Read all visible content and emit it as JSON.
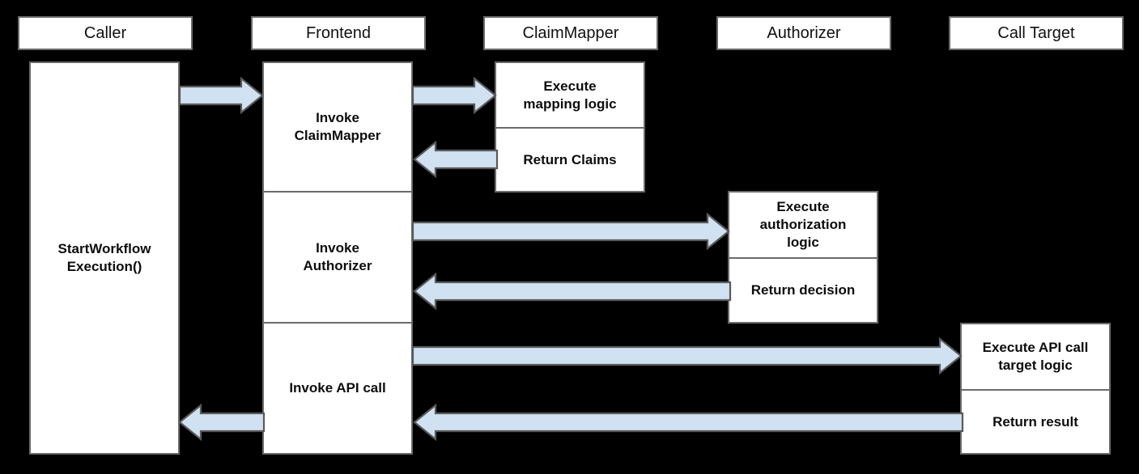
{
  "diagram": {
    "title": "Sequence diagram: StartWorkflowExecution call flow",
    "background_color": "#000000",
    "box_fill": "#ffffff",
    "box_border": "#6b6b6b",
    "arrow_fill": "#d0e2f2",
    "arrow_border": "#5a5a5a"
  },
  "lifelines": [
    {
      "id": "caller",
      "label": "Caller"
    },
    {
      "id": "frontend",
      "label": "Frontend"
    },
    {
      "id": "claimmapper",
      "label": "ClaimMapper"
    },
    {
      "id": "authorizer",
      "label": "Authorizer"
    },
    {
      "id": "calltarget",
      "label": "Call Target"
    }
  ],
  "activations": {
    "caller": [
      {
        "label": "StartWorkflow\nExecution()"
      }
    ],
    "frontend": [
      {
        "label": "Invoke\nClaimMapper"
      },
      {
        "label": "Invoke\nAuthorizer"
      },
      {
        "label": "Invoke API call"
      }
    ],
    "claimmapper": [
      {
        "label": "Execute\nmapping logic"
      },
      {
        "label": "Return Claims"
      }
    ],
    "authorizer": [
      {
        "label": "Execute\nauthorization\nlogic"
      },
      {
        "label": "Return decision"
      }
    ],
    "calltarget": [
      {
        "label": "Execute API call\ntarget logic"
      },
      {
        "label": "Return result"
      }
    ]
  },
  "messages": [
    {
      "id": "m1",
      "from": "caller",
      "to": "frontend",
      "direction": "right",
      "label": ""
    },
    {
      "id": "m2",
      "from": "frontend",
      "to": "claimmapper",
      "direction": "right",
      "label": ""
    },
    {
      "id": "m3",
      "from": "claimmapper",
      "to": "frontend",
      "direction": "left",
      "label": ""
    },
    {
      "id": "m4",
      "from": "frontend",
      "to": "authorizer",
      "direction": "right",
      "label": ""
    },
    {
      "id": "m5",
      "from": "authorizer",
      "to": "frontend",
      "direction": "left",
      "label": ""
    },
    {
      "id": "m6",
      "from": "frontend",
      "to": "calltarget",
      "direction": "right",
      "label": ""
    },
    {
      "id": "m7",
      "from": "calltarget",
      "to": "frontend",
      "direction": "left",
      "label": ""
    },
    {
      "id": "m8",
      "from": "frontend",
      "to": "caller",
      "direction": "left",
      "label": ""
    }
  ]
}
